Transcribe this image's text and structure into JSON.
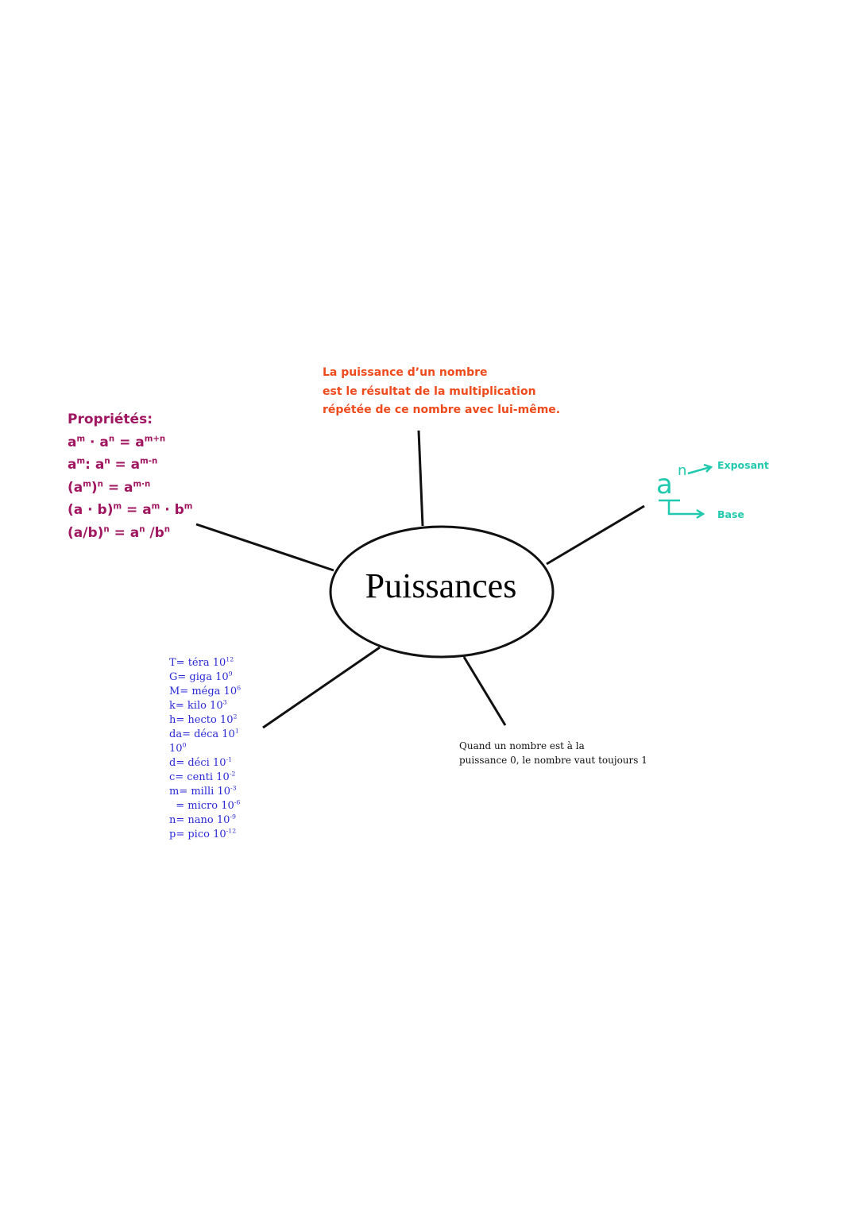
{
  "center": {
    "title": "Puissances"
  },
  "definition": {
    "lines": [
      "La puissance d’un nombre",
      "est le résultat de la multiplication",
      "répétée de ce nombre avec lui-même."
    ],
    "color": "#ee4a1c"
  },
  "properties": {
    "title": "Propriétés:",
    "color": "#a01660",
    "formulas": [
      [
        {
          "t": "a"
        },
        {
          "s": "m"
        },
        {
          "t": " · a"
        },
        {
          "s": "n"
        },
        {
          "t": " = a"
        },
        {
          "s": "m+n"
        }
      ],
      [
        {
          "t": "a"
        },
        {
          "s": "m"
        },
        {
          "t": ": a"
        },
        {
          "s": "n"
        },
        {
          "t": " = a"
        },
        {
          "s": "m-n"
        }
      ],
      [
        {
          "t": "(a"
        },
        {
          "s": "m"
        },
        {
          "t": ")"
        },
        {
          "s": "n"
        },
        {
          "t": " = a"
        },
        {
          "s": "m·n"
        }
      ],
      [
        {
          "t": "(a · b)"
        },
        {
          "s": "m"
        },
        {
          "t": " = a"
        },
        {
          "s": "m"
        },
        {
          "t": " · b"
        },
        {
          "s": "m"
        }
      ],
      [
        {
          "t": "(a/b)"
        },
        {
          "s": "n"
        },
        {
          "t": " = a"
        },
        {
          "s": "n"
        },
        {
          "t": " /b"
        },
        {
          "s": "n"
        }
      ]
    ]
  },
  "notation": {
    "base_letter": "a",
    "exponent_letter": "n",
    "exponent_label": "Exposant",
    "base_label": "Base",
    "color": "#21c9ae"
  },
  "prefixes": {
    "color": "#2a2ad8",
    "items": [
      {
        "t": "T= téra 10",
        "s": "12"
      },
      {
        "t": "G= giga 10",
        "s": "9"
      },
      {
        "t": "M= méga 10",
        "s": "6"
      },
      {
        "t": "k= kilo 10",
        "s": "3"
      },
      {
        "t": "h= hecto 10",
        "s": "2"
      },
      {
        "t": "da= déca 10",
        "s": "1"
      },
      {
        "t": "10",
        "s": "0"
      },
      {
        "t": "d= déci 10",
        "s": "-1"
      },
      {
        "t": "c= centi 10",
        "s": "-2"
      },
      {
        "t": "m= milli 10",
        "s": "-3"
      },
      {
        "t": "  = micro 10",
        "s": "-6"
      },
      {
        "t": "n= nano 10",
        "s": "-9"
      },
      {
        "t": "p= pico 10",
        "s": "-12"
      }
    ]
  },
  "zero_rule": {
    "lines": [
      "Quand un nombre est à la",
      "puissance 0, le nombre vaut toujours 1"
    ]
  }
}
